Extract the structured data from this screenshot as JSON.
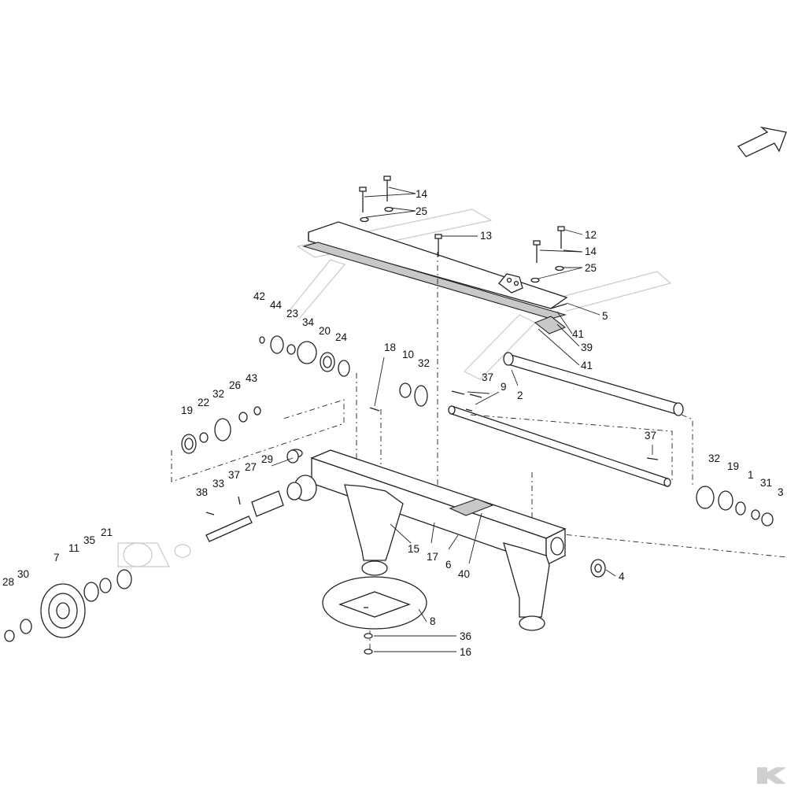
{
  "diagram": {
    "callouts": [
      {
        "id": "c14a",
        "text": "14"
      },
      {
        "id": "c25a",
        "text": "25"
      },
      {
        "id": "c13",
        "text": "13"
      },
      {
        "id": "c12",
        "text": "12"
      },
      {
        "id": "c14b",
        "text": "14"
      },
      {
        "id": "c25b",
        "text": "25"
      },
      {
        "id": "c5",
        "text": "5"
      },
      {
        "id": "c41a",
        "text": "41"
      },
      {
        "id": "c39",
        "text": "39"
      },
      {
        "id": "c41b",
        "text": "41"
      },
      {
        "id": "c42",
        "text": "42"
      },
      {
        "id": "c44",
        "text": "44"
      },
      {
        "id": "c23",
        "text": "23"
      },
      {
        "id": "c34",
        "text": "34"
      },
      {
        "id": "c20",
        "text": "20"
      },
      {
        "id": "c24",
        "text": "24"
      },
      {
        "id": "c18",
        "text": "18"
      },
      {
        "id": "c10",
        "text": "10"
      },
      {
        "id": "c32a",
        "text": "32"
      },
      {
        "id": "c37a",
        "text": "37"
      },
      {
        "id": "c9",
        "text": "9"
      },
      {
        "id": "c2",
        "text": "2"
      },
      {
        "id": "c19a",
        "text": "19"
      },
      {
        "id": "c22",
        "text": "22"
      },
      {
        "id": "c32b",
        "text": "32"
      },
      {
        "id": "c26",
        "text": "26"
      },
      {
        "id": "c43",
        "text": "43"
      },
      {
        "id": "c37b",
        "text": "37"
      },
      {
        "id": "c29",
        "text": "29"
      },
      {
        "id": "c27",
        "text": "27"
      },
      {
        "id": "c37c",
        "text": "37"
      },
      {
        "id": "c33",
        "text": "33"
      },
      {
        "id": "c38",
        "text": "38"
      },
      {
        "id": "c32c",
        "text": "32"
      },
      {
        "id": "c19b",
        "text": "19"
      },
      {
        "id": "c1",
        "text": "1"
      },
      {
        "id": "c31",
        "text": "31"
      },
      {
        "id": "c3",
        "text": "3"
      },
      {
        "id": "c7",
        "text": "7"
      },
      {
        "id": "c11",
        "text": "11"
      },
      {
        "id": "c35",
        "text": "35"
      },
      {
        "id": "c21",
        "text": "21"
      },
      {
        "id": "c28",
        "text": "28"
      },
      {
        "id": "c30",
        "text": "30"
      },
      {
        "id": "c15",
        "text": "15"
      },
      {
        "id": "c17",
        "text": "17"
      },
      {
        "id": "c6",
        "text": "6"
      },
      {
        "id": "c40",
        "text": "40"
      },
      {
        "id": "c4",
        "text": "4"
      },
      {
        "id": "c8",
        "text": "8"
      },
      {
        "id": "c36",
        "text": "36"
      },
      {
        "id": "c16",
        "text": "16"
      }
    ]
  },
  "colors": {
    "line": "#222222",
    "ghost": "#c9c9c9",
    "background": "#ffffff",
    "logo": "#cfcfcf"
  },
  "icons": {
    "direction_arrow": "arrow-up-right-icon",
    "brand_logo": "brand-k-logo-icon"
  }
}
